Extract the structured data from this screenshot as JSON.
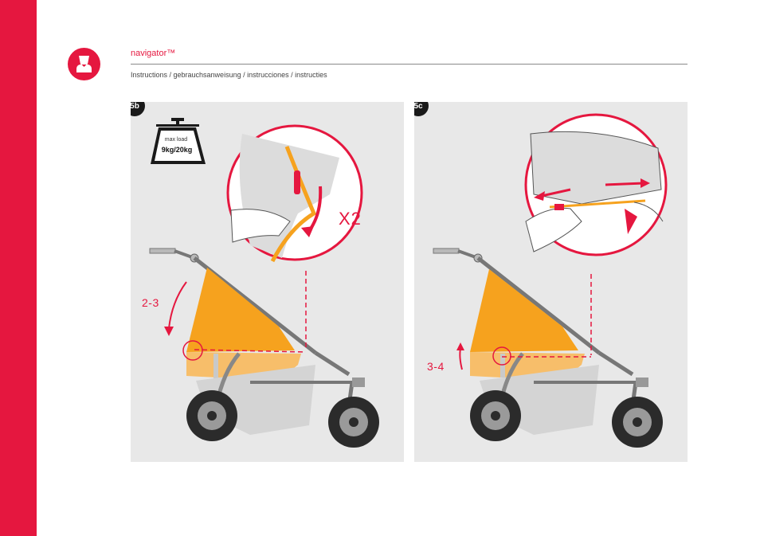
{
  "header": {
    "title": "navigator™",
    "subtitle": "Instructions / gebrauchsanweisung / instrucciones / instructies"
  },
  "colors": {
    "brand_red": "#e5173f",
    "panel_bg": "#e8e8e8",
    "seat_orange": "#f6a21e",
    "basket_gray": "#d4d4d4"
  },
  "icons": {
    "brand": "person-icon",
    "weight": "weight-icon",
    "arrow": "curved-arrow-icon"
  },
  "panels": [
    {
      "step": "5b",
      "weight_caption": "max load",
      "weight_value": "9kg/20kg",
      "repeat": "X2",
      "step_range": "2-3"
    },
    {
      "step": "5c",
      "step_range": "3-4"
    }
  ]
}
